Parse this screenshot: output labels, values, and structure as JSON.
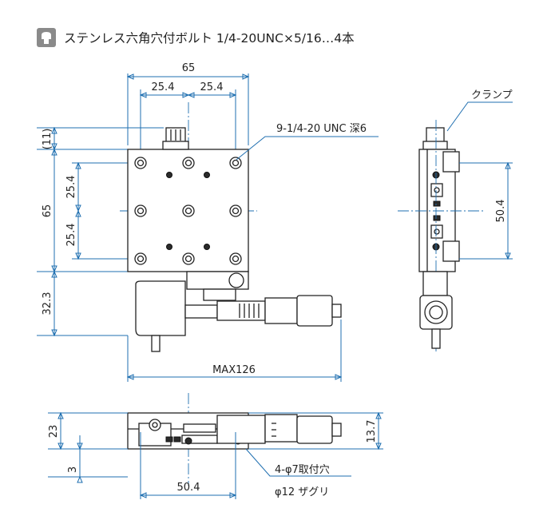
{
  "header": {
    "icon": "hex-bolt-icon",
    "caption": "ステンレス六角穴付ボルト 1/4-20UNC×5/16…4本"
  },
  "top_view": {
    "width": "65",
    "pitch_left": "25.4",
    "pitch_right": "25.4",
    "offset": "(11)",
    "height": "65",
    "pitch_upper": "25.4",
    "pitch_lower": "25.4",
    "micrometer_offset": "32.3",
    "max_length": "MAX126",
    "tapped_holes": "9-1/4-20 UNC 深6"
  },
  "side_view": {
    "clamp": "クランプ",
    "pitch": "50.4"
  },
  "front_view": {
    "height": "23",
    "offset": "3",
    "total_height": "13.7",
    "hole_pitch": "50.4",
    "thru_holes": "4-φ7取付穴",
    "counterbore": "φ12 ザグリ"
  },
  "colors": {
    "dimension_line": "#1f6fb0",
    "outline": "#222222",
    "icon_bg": "#8a8a8a"
  }
}
